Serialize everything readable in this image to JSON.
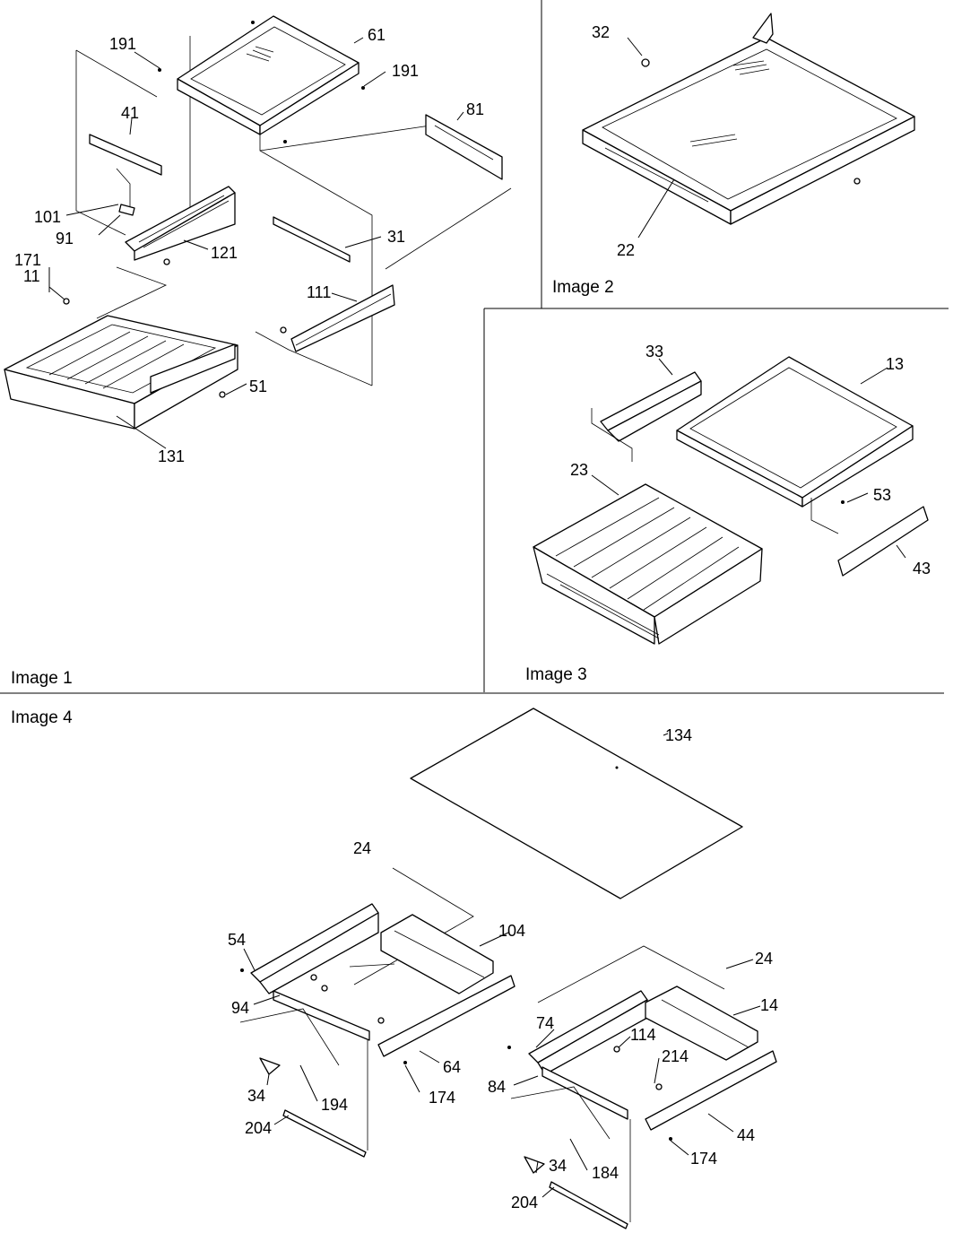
{
  "panels": [
    {
      "id": "image1",
      "caption": "Image 1"
    },
    {
      "id": "image2",
      "caption": "Image 2"
    },
    {
      "id": "image3",
      "caption": "Image 3"
    },
    {
      "id": "image4",
      "caption": "Image 4"
    }
  ],
  "labels": {
    "image1": [
      "191",
      "61",
      "191",
      "41",
      "81",
      "101",
      "91",
      "121",
      "31",
      "171",
      "11",
      "111",
      "51",
      "131"
    ],
    "image2": [
      "32",
      "22"
    ],
    "image3": [
      "33",
      "13",
      "23",
      "53",
      "43"
    ],
    "image4": [
      "134",
      "24",
      "54",
      "104",
      "94",
      "24",
      "14",
      "74",
      "114",
      "214",
      "34",
      "194",
      "64",
      "174",
      "84",
      "204",
      "34",
      "184",
      "44",
      "174",
      "204"
    ]
  }
}
